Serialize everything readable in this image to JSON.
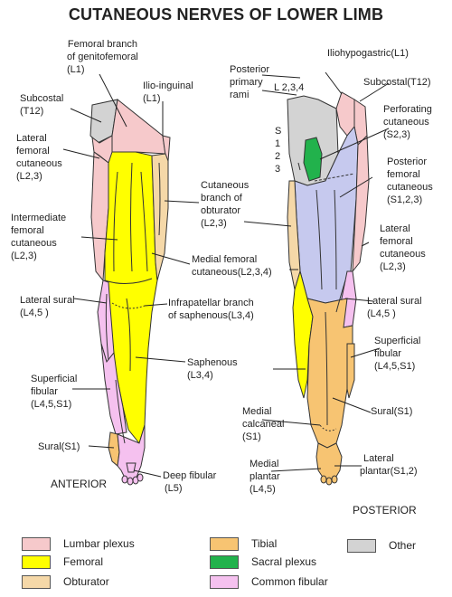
{
  "title": "CUTANEOUS NERVES OF LOWER LIMB",
  "colors": {
    "lumbar": "#f6c9cb",
    "femoral": "#ffff00",
    "obturator": "#f5d8a8",
    "tibial": "#f7c472",
    "sacral": "#22b24c",
    "common_fibular": "#f5c1ef",
    "other": "#d3d3d3",
    "posterior_femoral": "#c6c9ee",
    "outline": "#333333"
  },
  "views": {
    "anterior": "ANTERIOR",
    "posterior": "POSTERIOR"
  },
  "labels": {
    "femoral_branch": [
      "Femoral branch",
      "of genitofemoral",
      "(L1)"
    ],
    "ilio_inguinal": [
      "Ilio-inguinal",
      "(L1)"
    ],
    "subcostal_ant": [
      "Subcostal",
      "(T12)"
    ],
    "lateral_femoral_ant": [
      "Lateral",
      "femoral",
      "cutaneous",
      "(L2,3)"
    ],
    "intermediate_femoral": [
      "Intermediate",
      "femoral",
      "cutaneous",
      "(L2,3)"
    ],
    "lateral_sural_ant": [
      "Lateral sural",
      "(L4,5 )"
    ],
    "superficial_fibular_ant": [
      "Superficial",
      "fibular",
      "(L4,5,S1)"
    ],
    "sural_ant": [
      "Sural(S1)"
    ],
    "deep_fibular": [
      "Deep fibular",
      "(L5)"
    ],
    "cutaneous_obturator": [
      "Cutaneous",
      "branch of",
      "obturator",
      "(L2,3)"
    ],
    "medial_femoral": [
      "Medial femoral",
      "cutaneous(L2,3,4)"
    ],
    "infrapatellar": [
      "Infrapatellar branch",
      "of saphenous(L3,4)"
    ],
    "saphenous": [
      "Saphenous",
      "(L3,4)"
    ],
    "medial_calcaneal": [
      "Medial",
      "calcaneal",
      "(S1)"
    ],
    "medial_plantar": [
      "Medial",
      "plantar",
      "(L4,5)"
    ],
    "posterior_primary": [
      "Posterior",
      "primary",
      "rami"
    ],
    "l_levels": [
      "L",
      "2,3,4"
    ],
    "s_levels": [
      "S",
      "1",
      "2",
      "3"
    ],
    "iliohypogastric": [
      "Iliohypogastric(L1)"
    ],
    "subcostal_post": [
      "Subcostal(T12)"
    ],
    "perforating": [
      "Perforating",
      "cutaneous",
      "(S2,3)"
    ],
    "posterior_femoral": [
      "Posterior",
      "femoral",
      "cutaneous",
      "(S1,2,3)"
    ],
    "lateral_femoral_post": [
      "Lateral",
      "femoral",
      "cutaneous",
      "(L2,3)"
    ],
    "lateral_sural_post": [
      "Lateral sural",
      "(L4,5 )"
    ],
    "superficial_fibular_post": [
      "Superficial",
      "fibular",
      "(L4,5,S1)"
    ],
    "sural_post": [
      "Sural(S1)"
    ],
    "lateral_plantar": [
      "Lateral",
      "plantar(S1,2)"
    ]
  },
  "legend": [
    {
      "label": "Lumbar plexus",
      "color": "#f6c9cb"
    },
    {
      "label": "Femoral",
      "color": "#ffff00"
    },
    {
      "label": "Obturator",
      "color": "#f5d8a8"
    },
    {
      "label": "Tibial",
      "color": "#f7c472"
    },
    {
      "label": "Sacral plexus",
      "color": "#22b24c"
    },
    {
      "label": "Common fibular",
      "color": "#f5c1ef"
    },
    {
      "label": "Other",
      "color": "#d3d3d3"
    }
  ]
}
